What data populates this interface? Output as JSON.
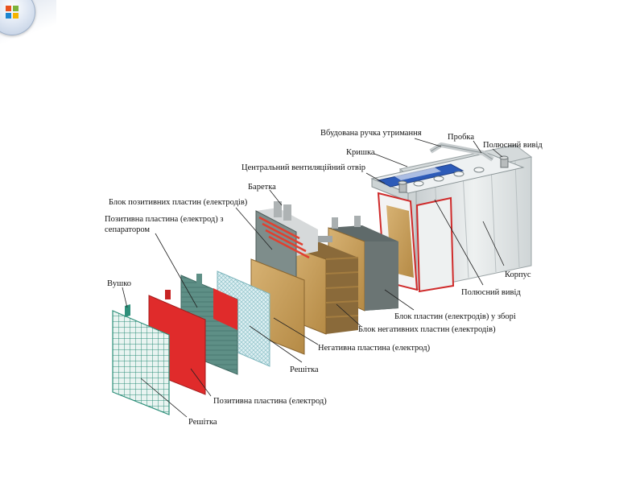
{
  "slide": {
    "title": "",
    "app_button": "office-button"
  },
  "colors": {
    "positive": "#e02b2b",
    "negative": "#c29a55",
    "grid": "#2e8f7a",
    "case": "#dfe3e3",
    "accent": "#2244aa"
  },
  "labels": {
    "handle": "Вбудована ручка утримання",
    "plug": "Пробка",
    "terminal_top": "Полюсний вивід",
    "lid": "Кришка",
    "vent": "Центральний вентиляційний отвір",
    "strap": "Баретка",
    "pos_block": "Блок позитивних пластин (електродів)",
    "pos_plate_sep_1": "Позитивна пластина (електрод) з",
    "pos_plate_sep_2": "сепаратором",
    "lug": "Вушко",
    "case": "Корпус",
    "terminal_bottom": "Полюсний вивід",
    "assembled_block": "Блок пластин (електродів) у зборі",
    "neg_block": "Блок негативних пластин (електродів)",
    "neg_plate": "Негативна пластина (електрод)",
    "grid_mid": "Решітка",
    "pos_plate": "Позитивна пластина (електрод)",
    "grid_bottom": "Решітка"
  }
}
